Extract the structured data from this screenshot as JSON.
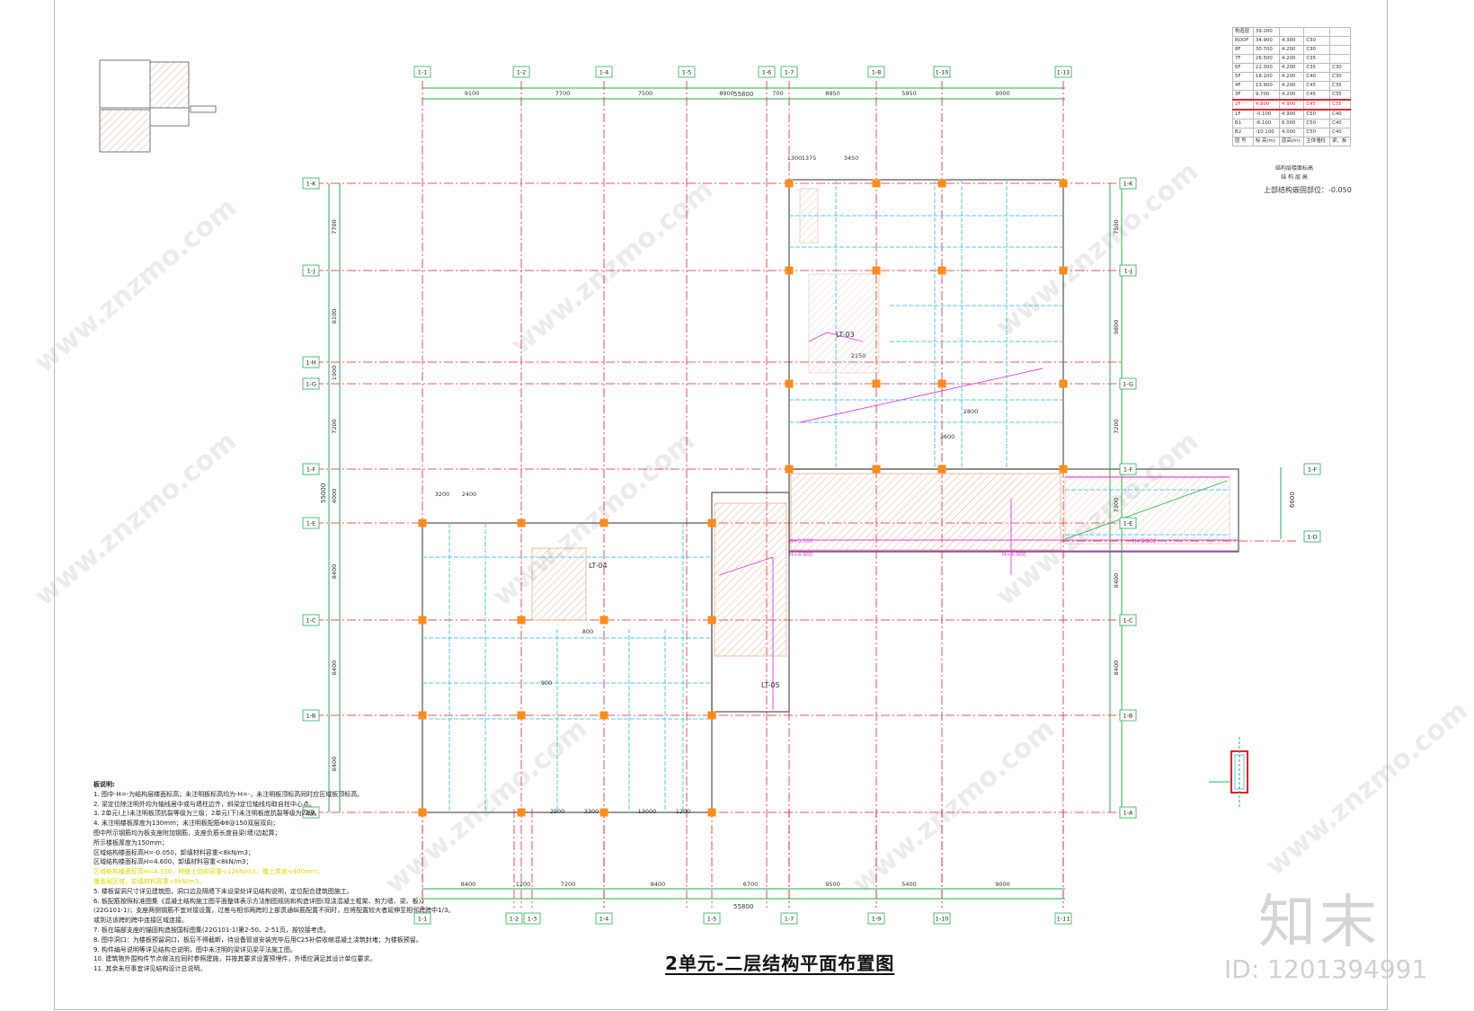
{
  "plan": {
    "title": "2单元-二层结构平面布置图",
    "overall_dim": "55800",
    "total_height_dim": "55000",
    "east_span_dim": "6600",
    "axes_top": [
      "1-1",
      "1-2",
      "1-4",
      "1-5",
      "1-6",
      "1-7",
      "1-8",
      "1-10",
      "1-11"
    ],
    "axes_bottom": [
      "1-1",
      "1-2",
      "1-3",
      "1-4",
      "1-5",
      "1-7",
      "1-9",
      "1-10",
      "1-11"
    ],
    "axes_left": [
      "1-K",
      "1-J",
      "1-H",
      "1-G",
      "1-F",
      "1-E",
      "1-C",
      "1-B",
      "1-A"
    ],
    "axes_right_extra": [
      "1-F",
      "1-D"
    ],
    "top_dims": [
      "9100",
      "7700",
      "7500",
      "8900",
      "700",
      "8950",
      "5950",
      "9000"
    ],
    "bottom_dims": [
      "8400",
      "1200",
      "7200",
      "8400",
      "6700",
      "9500",
      "5400",
      "9000"
    ],
    "left_dims": [
      "7700",
      "8100",
      "1900",
      "7200",
      "4000",
      "8400",
      "8400",
      "8400"
    ],
    "right_dims": [
      "7500",
      "9800",
      "7200",
      "7300",
      "8400",
      "8400"
    ],
    "stair_labels": [
      "LT-03",
      "LT-04",
      "LT-05"
    ],
    "elevation_labels": [
      "H=4.900",
      "H=5.100"
    ],
    "misc_dims": [
      "1300",
      "1375",
      "3450",
      "3200",
      "2400",
      "2800",
      "2150",
      "3600",
      "2900",
      "3300",
      "13000",
      "1200",
      "800",
      "900"
    ]
  },
  "level_table": {
    "rows": [
      [
        "构造层",
        "39.200",
        "",
        "",
        ""
      ],
      [
        "ROOF",
        "34.900",
        "4.300",
        "C30",
        ""
      ],
      [
        "8F",
        "30.700",
        "4.200",
        "C30",
        ""
      ],
      [
        "7F",
        "26.500",
        "4.200",
        "C35",
        ""
      ],
      [
        "6F",
        "22.300",
        "4.200",
        "C35",
        "C30"
      ],
      [
        "5F",
        "18.100",
        "4.200",
        "C40",
        "C30"
      ],
      [
        "4F",
        "13.900",
        "4.200",
        "C45",
        "C35"
      ],
      [
        "3F",
        "9.700",
        "4.200",
        "C45",
        "C35"
      ],
      [
        "2F",
        "4.800",
        "4.900",
        "C45",
        "C35"
      ],
      [
        "1F",
        "-0.100",
        "4.900",
        "C50",
        "C40"
      ],
      [
        "B1",
        "-6.100",
        "6.000",
        "C50",
        "C40"
      ],
      [
        "B2",
        "-10.100",
        "4.000",
        "C50",
        "C40"
      ]
    ],
    "header": [
      "层 号",
      "标 高(m)",
      "层高(m)",
      "主体墙柱",
      "梁、板"
    ],
    "highlight_row": 8,
    "caption1": "结构层楼面标高",
    "caption2": "结 构 层 高",
    "embed_note": "上部结构嵌固部位：-0.050"
  },
  "notes": {
    "heading": "板说明:",
    "lines": [
      "1. 图中-H=-为结构层楼面标高；未注明板标高均为-H=-，未注明板顶标高同时应区域板顶标高。",
      "2. 梁定位除注明外均为轴线居中或与墙柱边齐，斜梁定位轴线均取自柱中心点。",
      "3. 2单元(上)未注明板顶抗裂等级为三级；2单元(下)未注明板底抗裂等级为四级。",
      "4. 未注明楼板厚度为130mm；未注明板配筋Φ8@150双层双向；",
      "   图中所示钢筋均为板支座附加钢筋，支座负筋长度自梁(墙)边起算；",
      "   所示楼板厚度为150mm；",
      "   区域结构楼面标高H=-0.050，卸填材料容重<8kN/m3；",
      "   区域结构楼面标高H=4.600，卸填材料容重<8kN/m3；",
      "   区域结构楼面标高H=4.330，种植土饱和容重<12kN/m3，覆土厚度<400mm；",
      "   覆盖层区域，卸填材料容重<8kN/m3。",
      "5. 楼板留洞尺寸详见建筑图，洞口边及隔墙下未设梁处详见结构说明，定位配合建筑图施工。",
      "6. 板配筋按照标准图集《混凝土结构施工图平面整体表示方法制图规则和构造详图(现浇混凝土框架、剪力墙、梁、板)》",
      "   (22G101-1)；支座两侧钢筋不宜对接设置，过差与相邻两跨的上部贯通纵筋配置不同时，应将配置较大者延伸至相邻跨跨中1/3。",
      "   或到达该跨的跨中连接区域连接。",
      "7. 板在端部支座的锚固构造按国标图集(22G101-1)第2-50、2-51页，按铰接考虑。",
      "8. 图中洞口：为楼板预留洞口，板后不得截断，待设备管道安装完毕后用C25补偿收缩混凝土浇筑封堵；为楼板预留。",
      "9. 构件编号说明等详见结构总说明，图中未注明的梁详见梁平法施工图。",
      "10. 建筑物外围构件节点做法应同时参照建施，并按其要求设置预埋件，外墙应满足其设计单位要求。",
      "11. 其余未尽事宜详见结构设计总说明。"
    ],
    "yellow_lines": [
      8,
      9
    ]
  },
  "watermark": {
    "brand": "知末",
    "id": "ID: 1201394991",
    "site": "www.znzmo.com"
  },
  "colors": {
    "grid": "#e8202a",
    "dim": "#22b14c",
    "column": "#ff8c1a",
    "beam": "#55c8e8",
    "hatch": "#e6b08a",
    "magenta": "#e040e0"
  }
}
